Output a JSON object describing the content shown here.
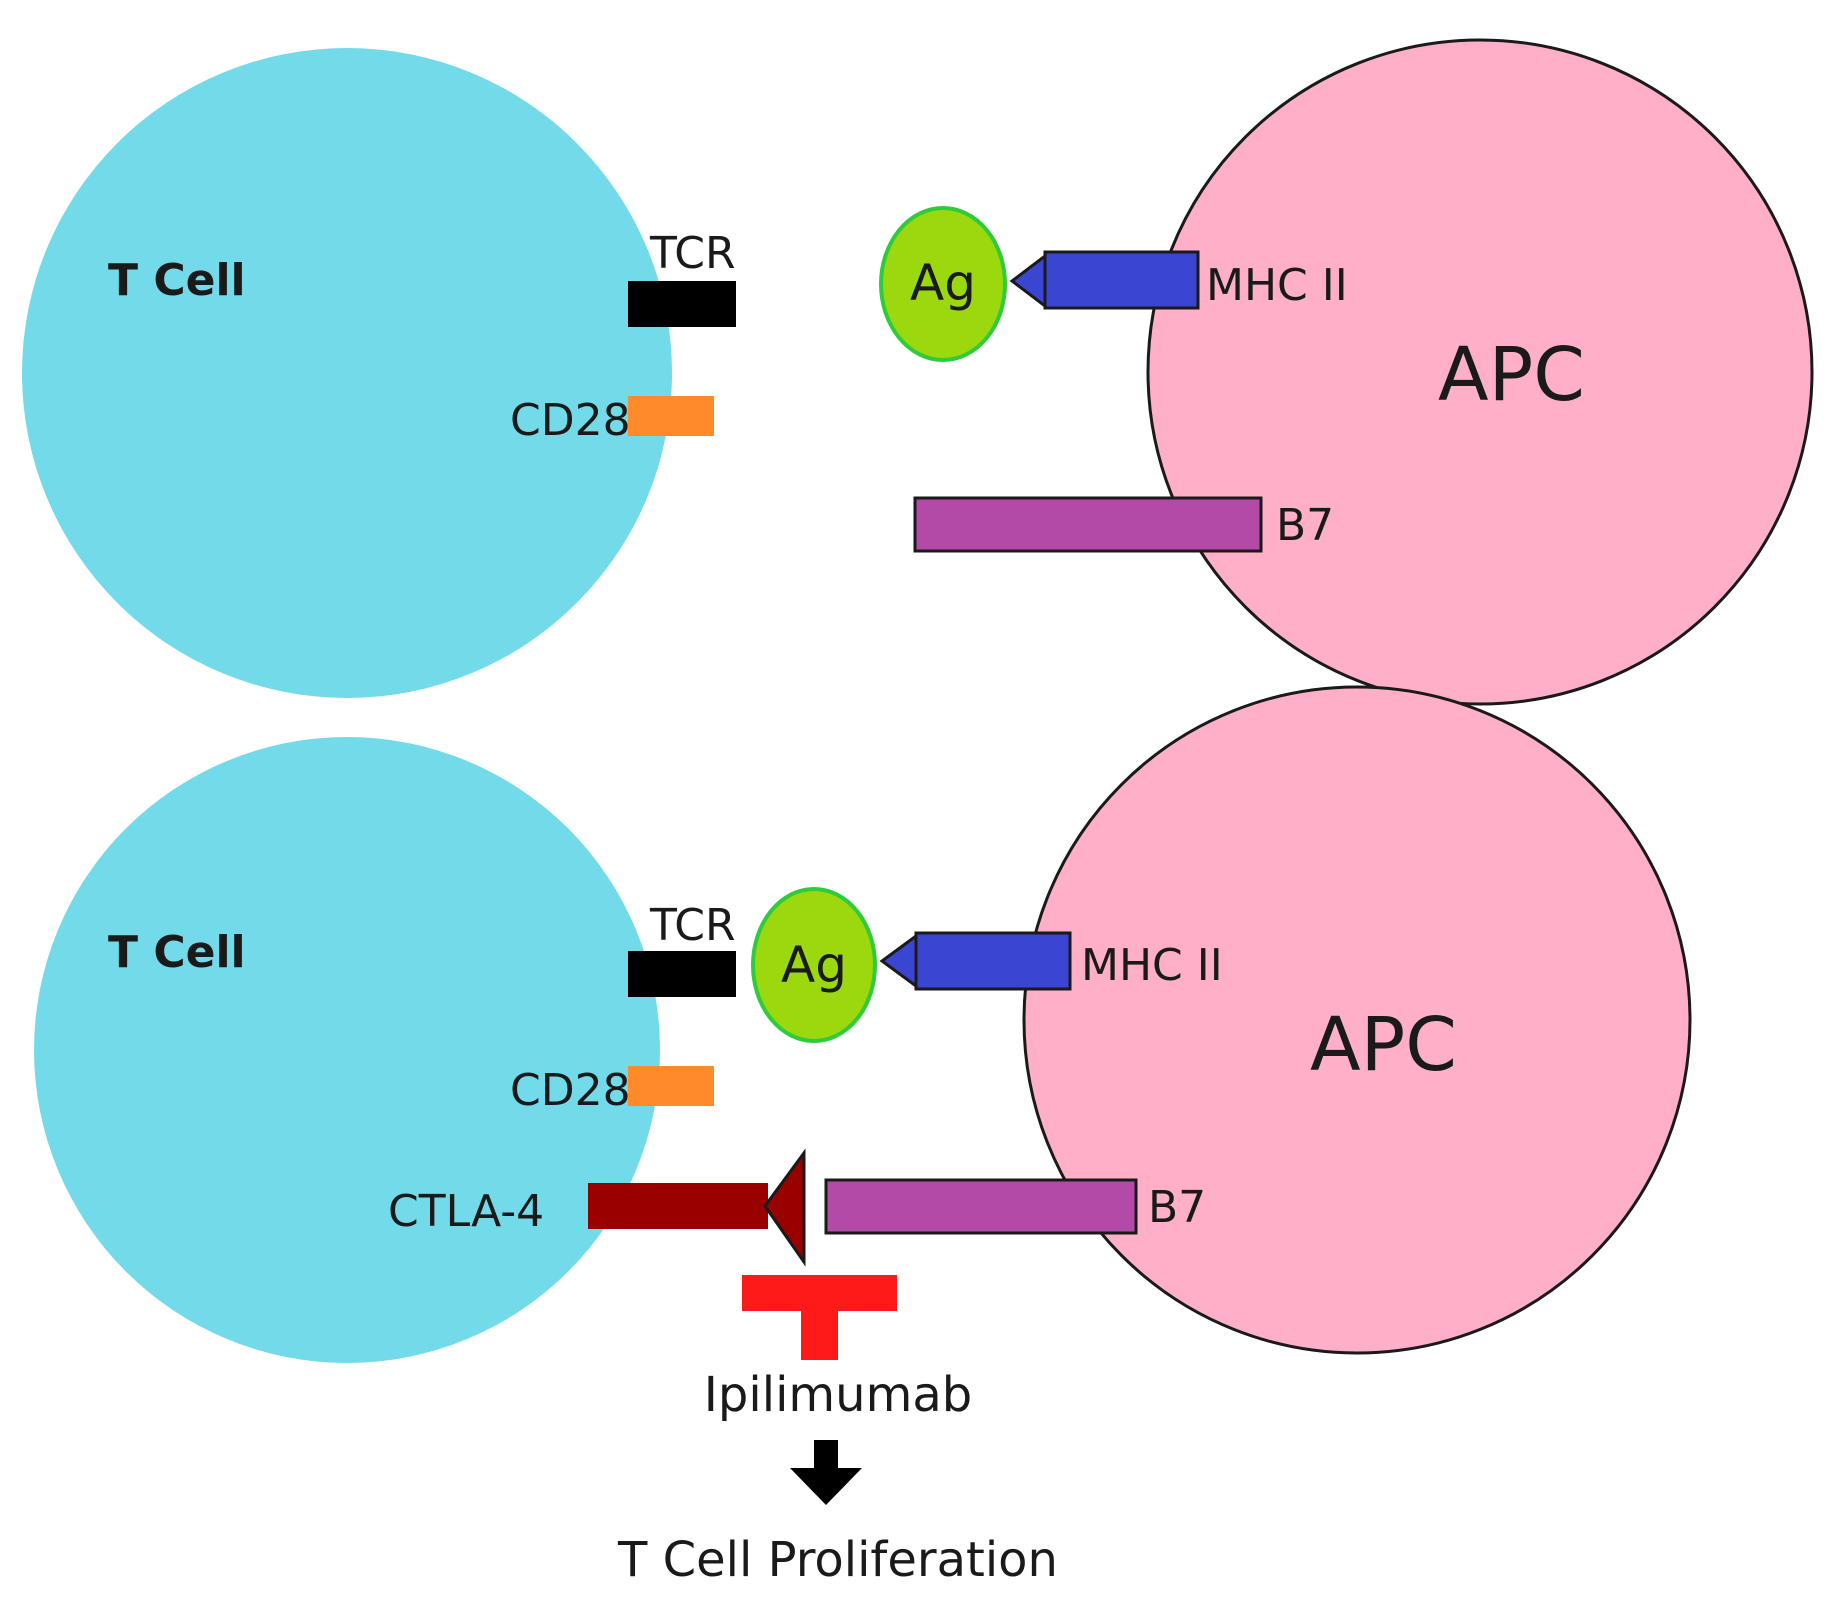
{
  "panels": {
    "top": {
      "t_cell_label": "T Cell",
      "tcr_label": "TCR",
      "cd28_label": "CD28",
      "ag_label": "Ag",
      "mhc_label": "MHC II",
      "apc_label": "APC",
      "b7_label": "B7"
    },
    "bottom": {
      "t_cell_label": "T Cell",
      "tcr_label": "TCR",
      "cd28_label": "CD28",
      "ctla4_label": "CTLA-4",
      "ag_label": "Ag",
      "mhc_label": "MHC II",
      "apc_label": "APC",
      "b7_label": "B7"
    }
  },
  "drug": {
    "name": "Ipilimumab"
  },
  "outcome": {
    "label": "T Cell Proliferation"
  },
  "colors": {
    "t_cell": "#72DAE8",
    "apc": "#FFB0C8",
    "tcr": "#000000",
    "cd28": "#FF8A2A",
    "ag": "#9BD80E",
    "ag_border": "#2ECC3A",
    "mhc": "#3A46D2",
    "b7": "#B44AA8",
    "ctla4": "#990000",
    "drug": "#FF1A1A",
    "arrow": "#000000"
  }
}
